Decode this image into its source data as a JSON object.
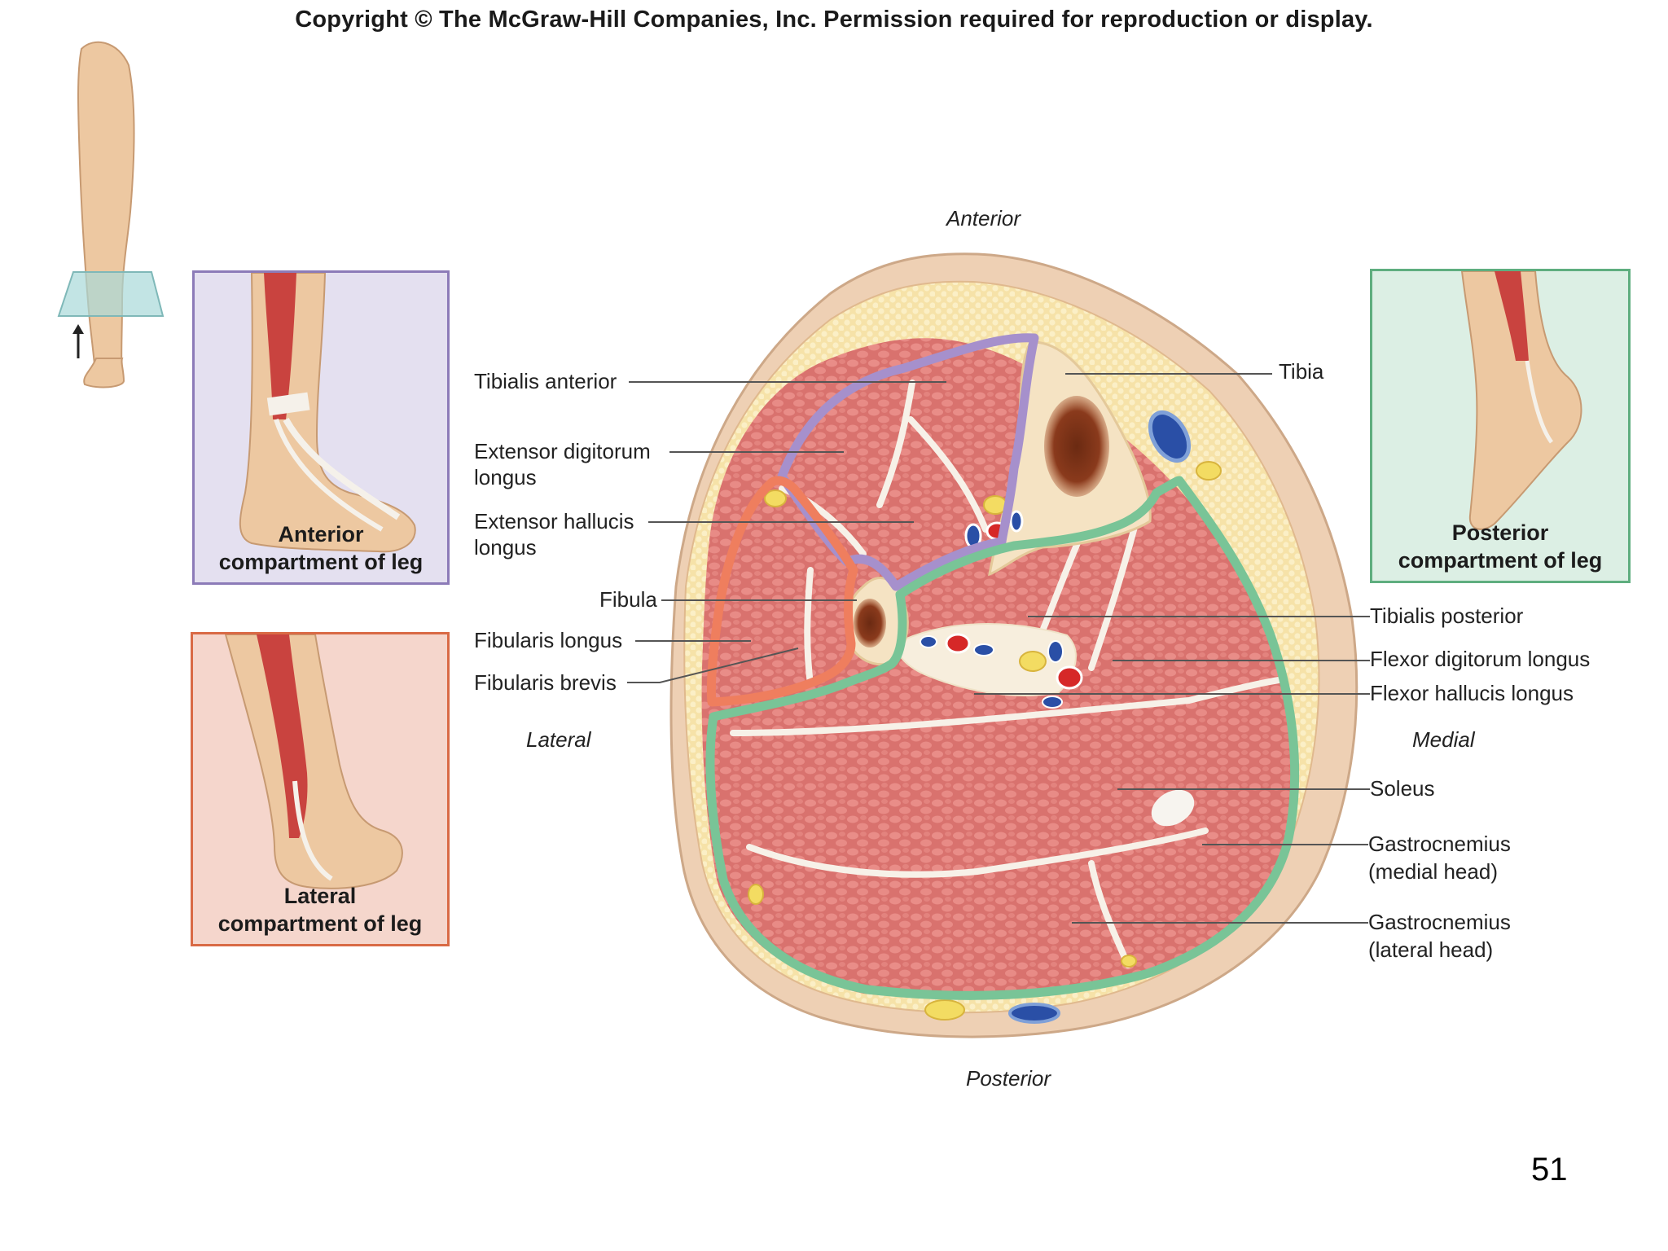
{
  "copyright": "Copyright © The McGraw-Hill Companies, Inc. Permission required for reproduction or display.",
  "orientation": {
    "anterior": "Anterior",
    "posterior": "Posterior",
    "lateral": "Lateral",
    "medial": "Medial"
  },
  "panels": {
    "anterior": {
      "line1": "Anterior",
      "line2": "compartment of leg",
      "color": "#8c7bb8"
    },
    "lateral": {
      "line1": "Lateral",
      "line2": "compartment of leg",
      "color": "#d96a45"
    },
    "posterior": {
      "line1": "Posterior",
      "line2": "compartment of leg",
      "color": "#5fae7f"
    }
  },
  "labels": {
    "tibialis_anterior": "Tibialis anterior",
    "extensor_digitorum_1": "Extensor digitorum",
    "extensor_digitorum_2": "longus",
    "extensor_hallucis_1": "Extensor hallucis",
    "extensor_hallucis_2": "longus",
    "fibula": "Fibula",
    "fibularis_longus": "Fibularis longus",
    "fibularis_brevis": "Fibularis brevis",
    "tibia": "Tibia",
    "tibialis_posterior": "Tibialis posterior",
    "flexor_digitorum_longus": "Flexor digitorum longus",
    "flexor_hallucis_longus": "Flexor hallucis longus",
    "soleus": "Soleus",
    "gastro_medial_1": "Gastrocnemius",
    "gastro_medial_2": "(medial head)",
    "gastro_lateral_1": "Gastrocnemius",
    "gastro_lateral_2": "(lateral head)"
  },
  "page_number": "51"
}
